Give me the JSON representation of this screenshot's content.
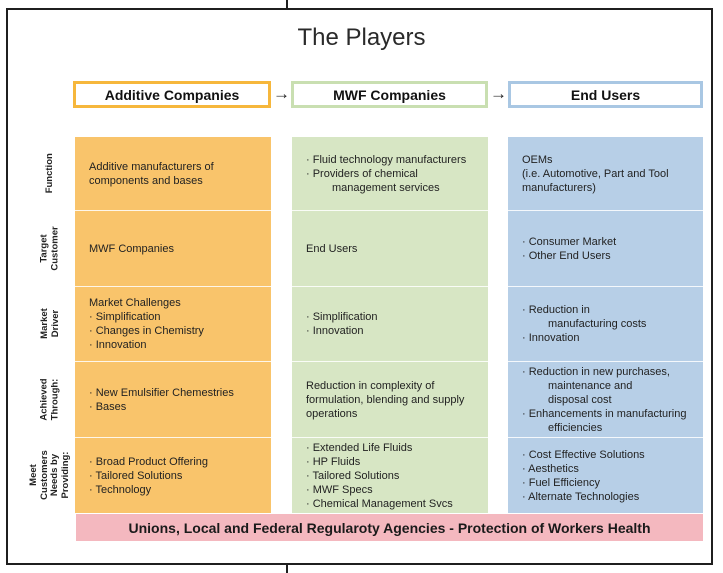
{
  "title": "The Players",
  "headers": [
    "Additive Companies",
    "MWF Companies",
    "End Users"
  ],
  "arrow": "→",
  "colors": {
    "additive": "#f9c46b",
    "mwf": "#d7e6c4",
    "endusers": "#b7cfe7",
    "additive_border": "#f6b73c",
    "mwf_border": "#c9dfb1",
    "endusers_border": "#a9c7e3",
    "footer": "#f4b8bf"
  },
  "rows": [
    {
      "label": [
        "Function"
      ],
      "cells": [
        [
          "Additive manufacturers of",
          "components and bases"
        ],
        [
          "· Fluid technology manufacturers",
          "· Providers of chemical",
          "  management services"
        ],
        [
          "OEMs",
          "(i.e. Automotive, Part and Tool",
          "manufacturers)"
        ]
      ]
    },
    {
      "label": [
        "Target",
        "Customer"
      ],
      "cells": [
        [
          "MWF Companies"
        ],
        [
          "End Users"
        ],
        [
          "· Consumer Market",
          "· Other End Users"
        ]
      ]
    },
    {
      "label": [
        "Market",
        "Driver"
      ],
      "cells": [
        [
          "Market Challenges",
          "· Simplification",
          "· Changes in Chemistry",
          "· Innovation"
        ],
        [
          "· Simplification",
          "· Innovation"
        ],
        [
          "· Reduction in",
          "  manufacturing costs",
          "· Innovation"
        ]
      ]
    },
    {
      "label": [
        "Achieved",
        "Through:"
      ],
      "cells": [
        [
          "· New Emulsifier Chemestries",
          "· Bases"
        ],
        [
          "Reduction in complexity of",
          "formulation, blending and supply",
          "operations"
        ],
        [
          "· Reduction in new purchases,",
          "  maintenance and",
          "  disposal cost",
          "· Enhancements in manufacturing",
          "  efficiencies"
        ]
      ]
    },
    {
      "label": [
        "Meet",
        "Customers",
        "Needs by",
        "Providing:"
      ],
      "cells": [
        [
          "· Broad Product Offering",
          "· Tailored Solutions",
          "· Technology"
        ],
        [
          "· Extended Life Fluids",
          "· HP Fluids",
          "· Tailored Solutions",
          "· MWF Specs",
          "· Chemical Management Svcs"
        ],
        [
          "· Cost Effective Solutions",
          "· Aesthetics",
          "· Fuel Efficiency",
          "· Alternate Technologies"
        ]
      ]
    }
  ],
  "footer": "Unions, Local and Federal Regularoty Agencies - Protection of Workers Health"
}
